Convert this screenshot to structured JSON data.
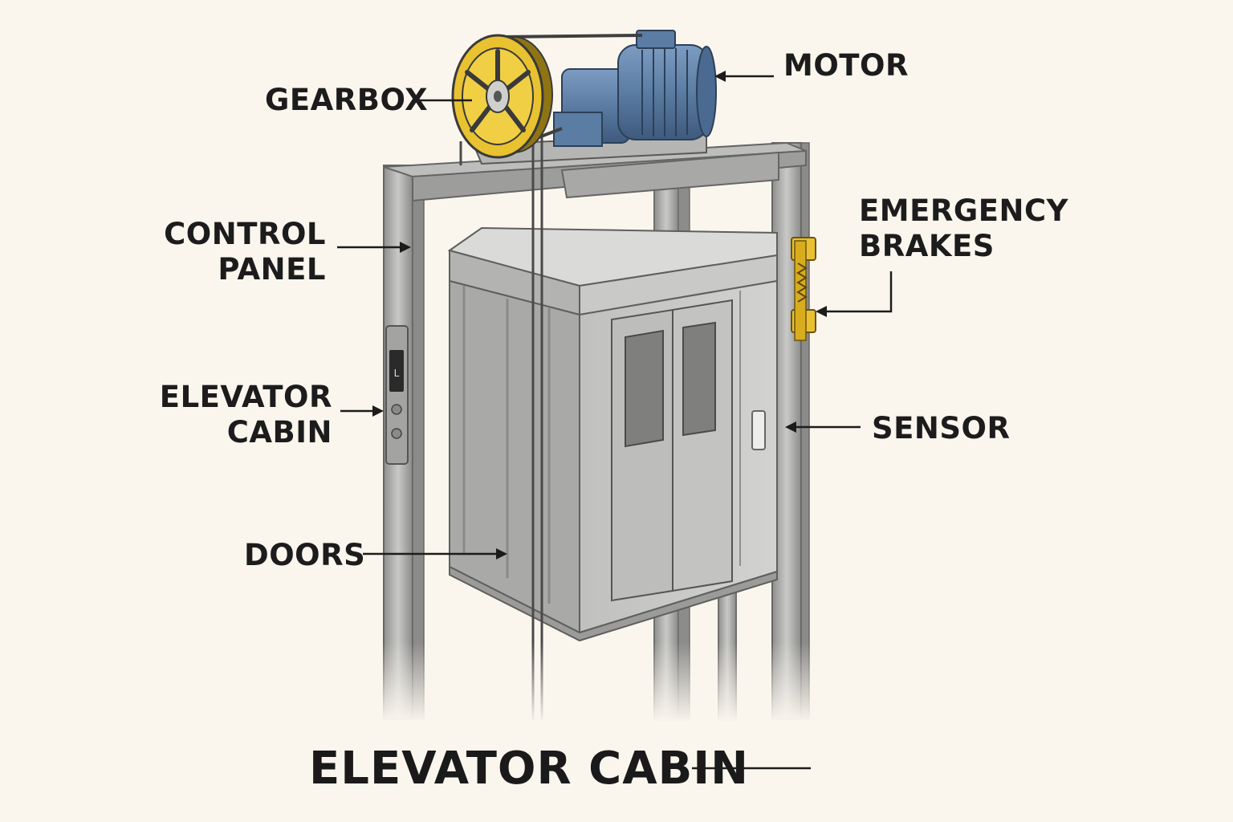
{
  "labels": {
    "gearbox": "GEARBOX",
    "motor": "MOTOR",
    "control_panel": [
      "CONTROL",
      "PANEL"
    ],
    "emergency_brakes": [
      "EMERGENCY",
      "BRAKES"
    ],
    "elevator_cabin": [
      "ELEVATOR",
      "CABIN"
    ],
    "sensor": "SENSOR",
    "doors": "DOORS"
  },
  "title": "ELEVATOR CABIN",
  "panel_display": "L",
  "colors": {
    "background": "#faf6ee",
    "steel": "#a9a9a7",
    "cabin": "#c4c4c2",
    "pulley": "#e8c230",
    "motor": "#5d7fa6",
    "brake": "#e9c031",
    "ink": "#1c1c1c"
  }
}
